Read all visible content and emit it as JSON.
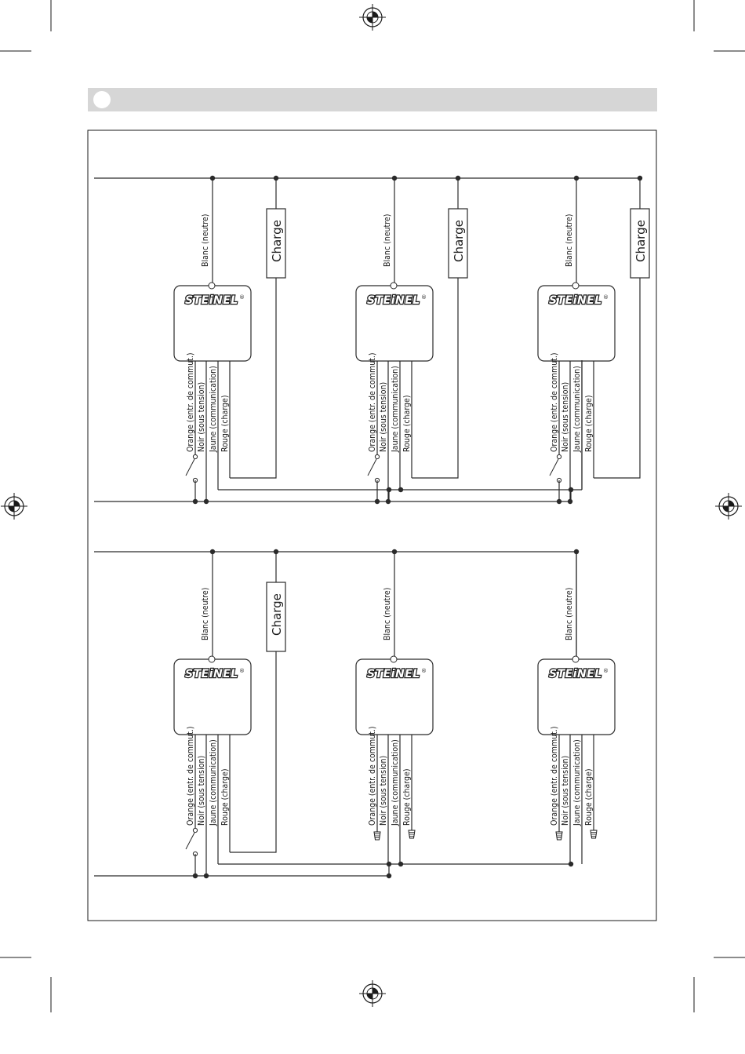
{
  "brand": "STEiNEL",
  "registered_mark": "®",
  "load_label": "Charge",
  "wire_labels": {
    "neutral": "Blanc (neutre)",
    "switch_input": "Orange (entr. de commut.)",
    "live": "Noir (sous tension)",
    "communication": "Jaune (communication)",
    "load": "Rouge (charge)"
  },
  "colors": {
    "header_bar": "#d6d6d6",
    "line": "#2a2a2a"
  }
}
